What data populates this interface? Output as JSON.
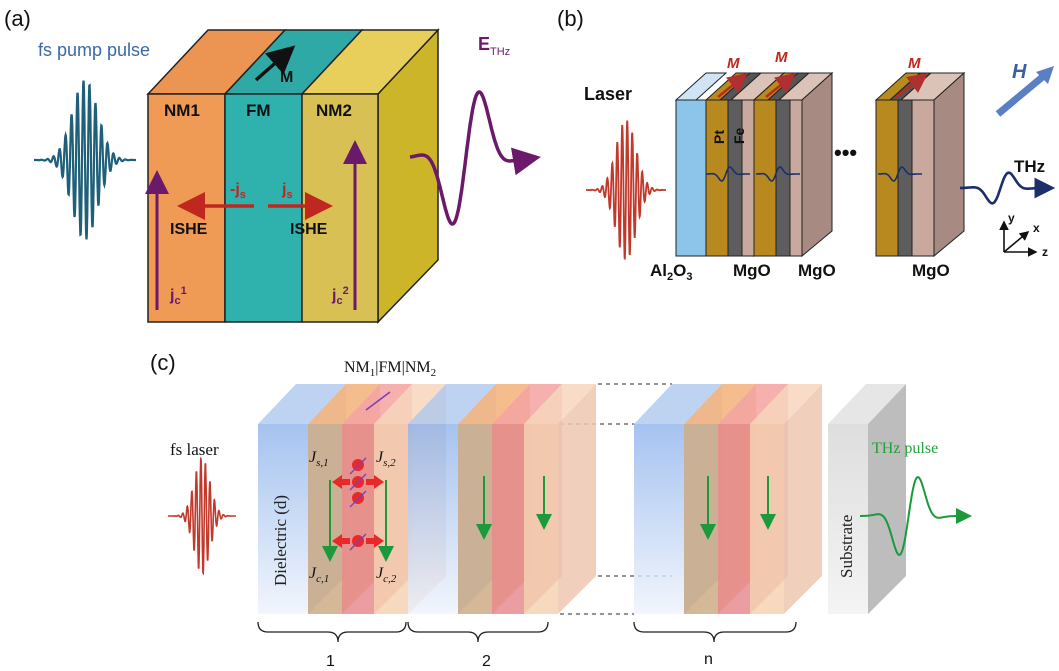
{
  "panel_a": {
    "label": "(a)",
    "pump": "fs pump pulse",
    "nm1": "NM1",
    "fm": "FM",
    "nm2": "NM2",
    "m": "M",
    "e_thz": "E",
    "e_thz_sub": "THz",
    "js_left": "-j",
    "js_left_sub": "s",
    "js_right": "j",
    "js_right_sub": "s",
    "ishe_left": "ISHE",
    "ishe_right": "ISHE",
    "jc1": "j",
    "jc1_sub": "c",
    "jc1_sup": "1",
    "jc2": "j",
    "jc2_sub": "c",
    "jc2_sup": "2",
    "colors": {
      "nm1": "#ef9a55",
      "fm": "#2fb2ad",
      "nm2": "#d8c055",
      "back": "#d4bb2a",
      "pulse": "#1e5f7a",
      "thz": "#6b1a6b",
      "arrow_red": "#c0271f"
    }
  },
  "panel_b": {
    "label": "(b)",
    "laser": "Laser",
    "pt": "Pt",
    "fe": "Fe",
    "dots": "•••",
    "m_labels": [
      "M",
      "M",
      "M"
    ],
    "h": "H",
    "thz": "THz",
    "al2o3": "Al",
    "al2o3_sub1": "2",
    "al2o3_mid": "O",
    "al2o3_sub2": "3",
    "mgo_labels": [
      "MgO",
      "MgO",
      "MgO"
    ],
    "axis_x": "x",
    "axis_y": "y",
    "axis_z": "z"
  },
  "panel_c": {
    "label": "(c)",
    "stack_label": "NM",
    "stack_sub1": "1",
    "stack_mid": "|FM|NM",
    "stack_sub2": "2",
    "laser": "fs laser",
    "dielectric": "Dielectric (d)",
    "js1": "J",
    "js1_sub": "s,1",
    "js2": "J",
    "js2_sub": "s,2",
    "jc1": "J",
    "jc1_sub": "c,1",
    "jc2": "J",
    "jc2_sub": "c,2",
    "substrate": "Substrate",
    "thz": "THz pulse",
    "braces": [
      "1",
      "2",
      "n"
    ]
  }
}
